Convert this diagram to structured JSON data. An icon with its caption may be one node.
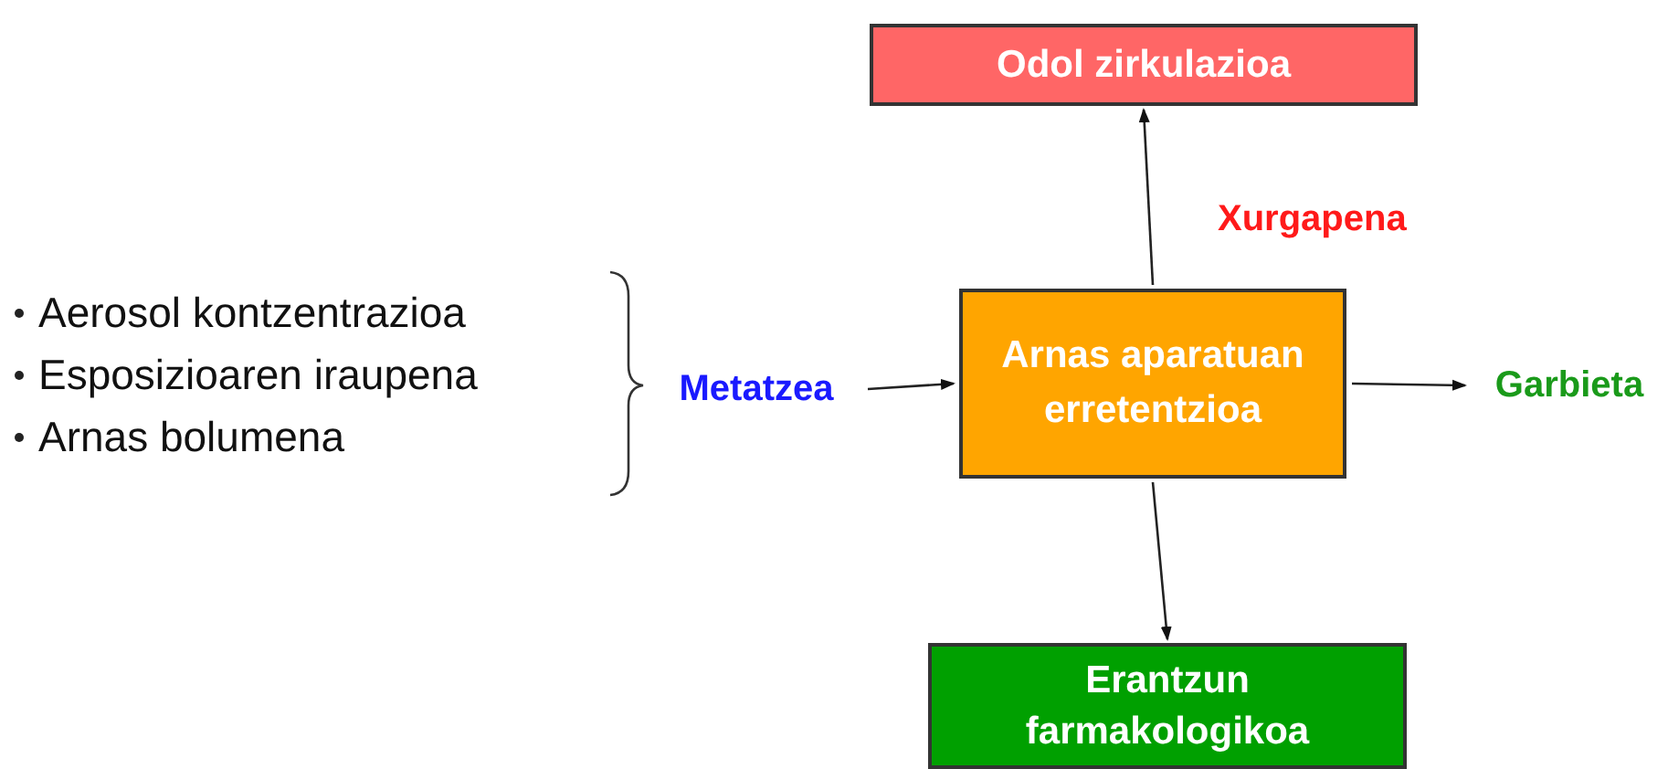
{
  "diagram": {
    "nodes": [
      {
        "text": [
          "Odol zirkulazioa"
        ]
      },
      {
        "text": [
          "Arnas aparatuan erretentzioa"
        ]
      },
      {
        "text": [
          "Metatzea"
        ]
      },
      {
        "text": [
          "Garbieta"
        ]
      },
      {
        "text": [
          "Erantzun farmakologikoa"
        ]
      }
    ],
    "edges": [
      {
        "from": 2,
        "to": 1,
        "arrow": "to"
      },
      {
        "from": 1,
        "to": 0,
        "arrow": "to",
        "label": "Xurgapena"
      },
      {
        "from": 1,
        "to": 3,
        "arrow": "to"
      },
      {
        "from": 1,
        "to": 4,
        "arrow": "to"
      }
    ],
    "labels": [
      "Aerosol kontzentrazioa",
      "Esposizioaren iraupena",
      "Arnas bolumena"
    ]
  }
}
